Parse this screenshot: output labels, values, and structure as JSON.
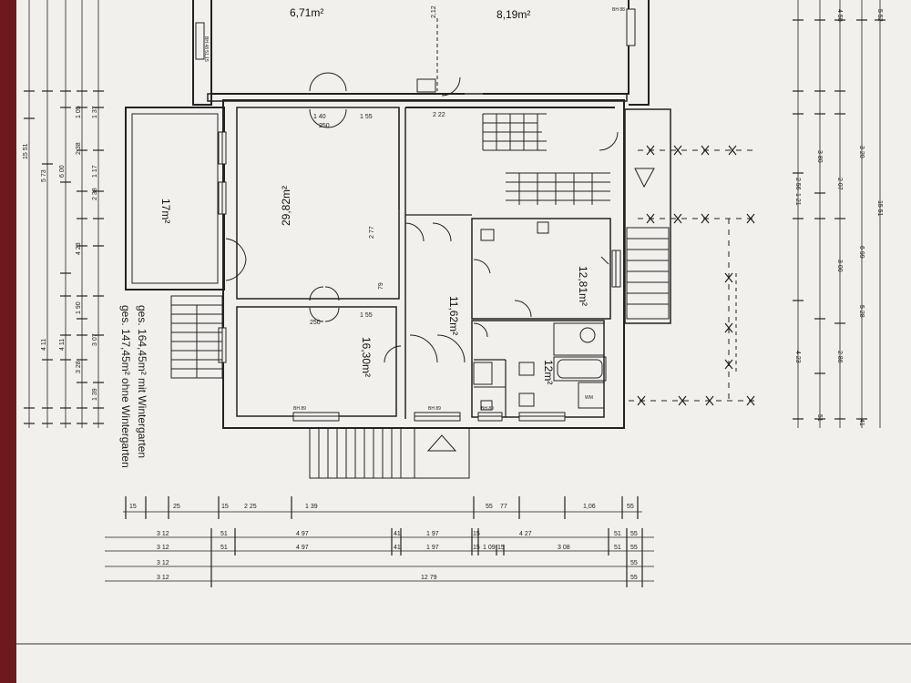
{
  "plan": {
    "rooms": [
      {
        "id": "room-top-left",
        "area": "6,71m²"
      },
      {
        "id": "room-top-right",
        "area": "8,19m²"
      },
      {
        "id": "wintergarten",
        "area": "17m²"
      },
      {
        "id": "zimmer-2",
        "area": "29,82m²"
      },
      {
        "id": "diele",
        "area": "11,62m²"
      },
      {
        "id": "kueche",
        "area": "12,81m²"
      },
      {
        "id": "zimmer-1",
        "area": "16,30m²"
      },
      {
        "id": "bad",
        "area": "12m²"
      }
    ],
    "notes": [
      "ges. 164,45m² mit Wintergarten",
      "ges. 147,45m² ohne Wintergarten"
    ],
    "labels": {
      "bh89_a": "BH 89",
      "bh89_b": "BH 89",
      "bh89_c": "BH 89",
      "bh88": "BH 88",
      "bh48": "BH 48 51,15",
      "wm": "WM",
      "dim_140": "1 40",
      "dim_250a": "250",
      "dim_155a": "1 55",
      "dim_250b": "250",
      "dim_155b": "1 55",
      "dim_222": "2 22",
      "dim_277": "2 77",
      "dim_79": "79",
      "dim_212": "2,12"
    },
    "bottom_dims": {
      "row1": [
        "15",
        "25",
        "15",
        "2 25",
        "1 39",
        "55",
        "77",
        "1,06",
        "55"
      ],
      "row2": [
        "3 12",
        "51",
        "4 97",
        "41",
        "1 97",
        "15",
        "4 27",
        "51",
        "55"
      ],
      "row3": [
        "3 12",
        "51",
        "4 97",
        "41",
        "1 97",
        "15",
        "1 09",
        "15",
        "3 08",
        "51",
        "55"
      ],
      "row4": [
        "3 12",
        "55"
      ],
      "row5": [
        "3 12",
        "12 79",
        "55"
      ]
    },
    "left_dims": [
      "15 51",
      "5 73",
      "6 00",
      "4 11",
      "4 11",
      "2 38",
      "1 90",
      "1 17",
      "2 38",
      "1 39",
      "1 05",
      "1 37",
      "4 23",
      "3 28",
      "3 07"
    ],
    "right_dims": [
      "15 51",
      "6 99",
      "5 52",
      "4 50",
      "3 20",
      "2 07",
      "3 00",
      "5 28",
      "2 86",
      "4 23",
      "3 80",
      "2 56",
      "1 21",
      "51",
      "41"
    ]
  }
}
